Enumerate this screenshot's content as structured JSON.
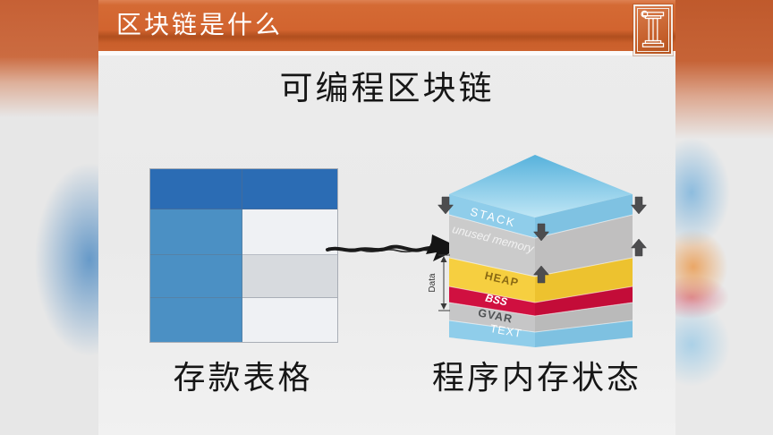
{
  "header": {
    "title": "区块链是什么"
  },
  "logo": {
    "name": "university-of-illinois-column-logo"
  },
  "slide": {
    "title": "可编程区块链",
    "table_caption": "存款表格",
    "memory_caption": "程序内存状态"
  },
  "table": {
    "rows": 4,
    "cols": 2,
    "cell_roles": [
      [
        "header",
        "header"
      ],
      [
        "key",
        "value"
      ],
      [
        "key",
        "value-shaded"
      ],
      [
        "key",
        "value"
      ]
    ]
  },
  "memory": {
    "layers": [
      {
        "label": "STACK",
        "color": "#8fcdea",
        "text_color": "#ffffff"
      },
      {
        "label": "unused memory",
        "color": "#cbcbcb",
        "text_color": "#f2f2f2"
      },
      {
        "label": "HEAP",
        "color": "#f6cf40",
        "text_color": "#8a6a14"
      },
      {
        "label": "BSS",
        "color": "#d01040",
        "text_color": "#ffffff"
      },
      {
        "label": "GVAR",
        "color": "#c6c6c7",
        "text_color": "#4f5254"
      },
      {
        "label": "TEXT",
        "color": "#8fcdea",
        "text_color": "#ffffff"
      }
    ],
    "data_label": "Data"
  },
  "colors": {
    "header_orange": "#d2642f",
    "table_header_blue": "#2b6cb4",
    "table_key_blue": "#4b90c4",
    "table_value_light": "#eff1f4",
    "table_value_shaded": "#d7dade",
    "cube_top_blue": "#57b2dc",
    "arrow_black": "#1a1a1a",
    "background_gray": "#ececec"
  }
}
